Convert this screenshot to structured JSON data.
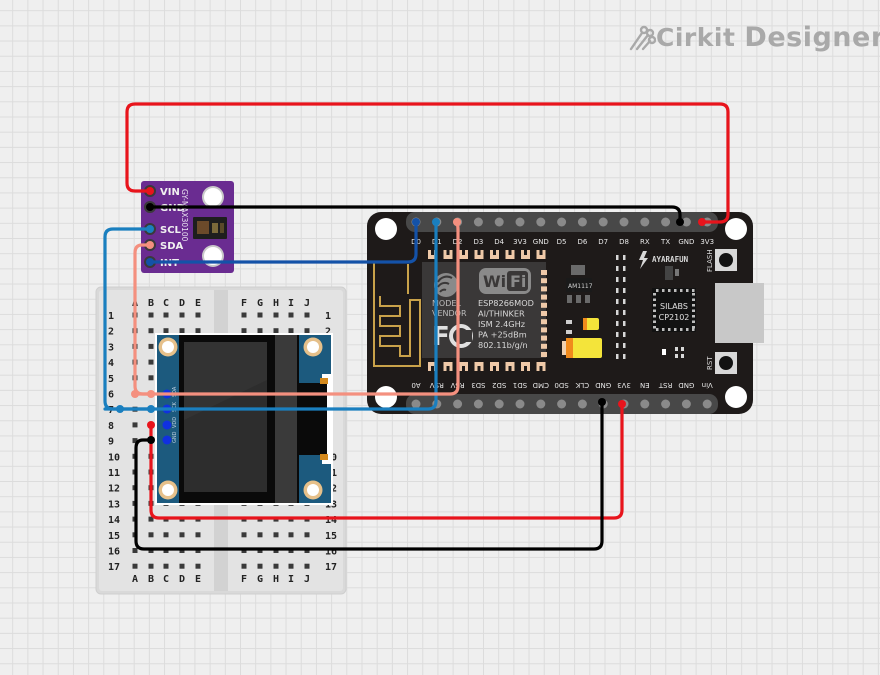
{
  "logo": {
    "brand": "Cirkit",
    "product": "Designer",
    "icon": "circuit-traces-icon"
  },
  "components": {
    "sensor": {
      "name": "MAX30100 pulse oximeter module",
      "silk_label": "GY-MAX30100",
      "color": "#6a2c91",
      "pins": [
        "VIN",
        "GND",
        "SCL",
        "SDA",
        "INT"
      ]
    },
    "esp": {
      "name": "NodeMCU ESP8266",
      "top_pins": [
        "D0",
        "D1",
        "D2",
        "D3",
        "D4",
        "3V3",
        "GND",
        "D5",
        "D6",
        "D7",
        "D8",
        "RX",
        "TX",
        "GND",
        "3V3"
      ],
      "bottom_pins": [
        "A0",
        "RSV",
        "RSV",
        "SD3",
        "SD2",
        "SD1",
        "CMD",
        "SD0",
        "CLK",
        "GND",
        "3V3",
        "EN",
        "RST",
        "GND",
        "Vin"
      ],
      "module_text": [
        "ESP8266MOD",
        "AI/THINKER",
        "ISM 2.4GHz",
        "PA +25dBm",
        "802.11b/g/n"
      ],
      "model_text": [
        "MODEL",
        "VENDOR"
      ],
      "wifi_text": [
        "Wi",
        "Fi"
      ],
      "regulator": "AM1117",
      "brand": "AYARAFUN",
      "usb_chip": [
        "SILABS",
        "CP2102"
      ],
      "buttons": [
        "FLASH",
        "RST"
      ]
    },
    "breadboard": {
      "columns_left": [
        "A",
        "B",
        "C",
        "D",
        "E"
      ],
      "columns_right": [
        "F",
        "G",
        "H",
        "I",
        "J"
      ],
      "rows": [
        "1",
        "2",
        "3",
        "4",
        "5",
        "6",
        "7",
        "8",
        "9",
        "10",
        "11",
        "12",
        "13",
        "14",
        "15",
        "16",
        "17"
      ]
    },
    "oled": {
      "name": "OLED display 0.96in I2C",
      "pins": [
        "SDA",
        "SCK",
        "VDD",
        "GND"
      ],
      "color": "#1c5a7e"
    }
  },
  "wires": [
    {
      "from": "sensor.VIN",
      "to": "esp.3V3 (top)",
      "color": "#e8141c"
    },
    {
      "from": "sensor.GND",
      "to": "esp.GND (top)",
      "color": "#000000"
    },
    {
      "from": "sensor.SCL",
      "to": "esp.D1",
      "color": "#1a7fbf"
    },
    {
      "from": "sensor.SDA",
      "to": "esp.D2",
      "color": "#f4907f"
    },
    {
      "from": "sensor.INT",
      "to": "esp.D0",
      "color": "#1452a8"
    },
    {
      "from": "oled.VDD",
      "to": "esp.3V3 (bottom)",
      "color": "#e8141c"
    },
    {
      "from": "oled.GND",
      "to": "esp.GND (bottom)",
      "color": "#000000"
    },
    {
      "from": "oled.SDA",
      "to": "esp.D2",
      "color": "#f4907f"
    },
    {
      "from": "oled.SCK",
      "to": "esp.D1",
      "color": "#1a7fbf"
    }
  ]
}
